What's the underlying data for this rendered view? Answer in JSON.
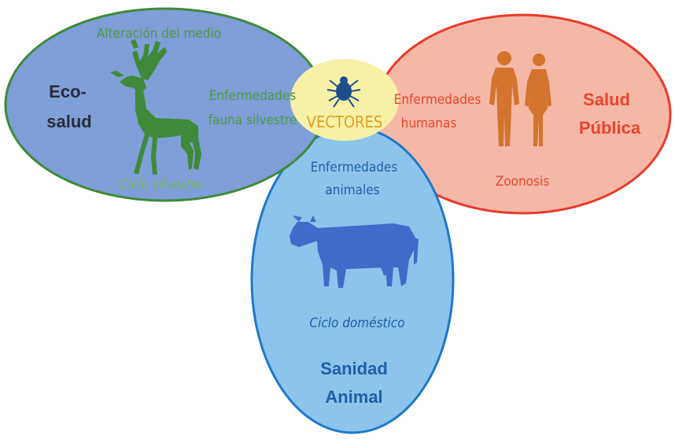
{
  "ecosalud": {
    "title_line1": "Eco-",
    "title_line2": "salud",
    "top_label": "Alteración del medio",
    "wildlife_line1": "Enfermedades",
    "wildlife_line2": "fauna silvestre",
    "cycle": "Ciclo silvestre",
    "animal_icon": "deer-icon",
    "fill": "#7e9fd8",
    "stroke": "#3f8a3a",
    "text_color": "#4f9a44"
  },
  "salud_publica": {
    "title_line1": "Salud",
    "title_line2": "Pública",
    "human_line1": "Enfermedades",
    "human_line2": "humanas",
    "zoonosis": "Zoonosis",
    "animal_icon": "human-figures-icon",
    "fill": "#f6b8a6",
    "stroke": "#e83a2c",
    "text_color": "#e8452e"
  },
  "sanidad_animal": {
    "title_line1": "Sanidad",
    "title_line2": "Animal",
    "animal_line1": "Enfermedades",
    "animal_line2": "animales",
    "cycle": "Ciclo doméstico",
    "animal_icon": "cow-icon",
    "fill": "#8cc4ec",
    "stroke": "#1e78c8",
    "text_color": "#1f5fa8"
  },
  "vectores": {
    "label": "VECTORES",
    "icon": "tick-icon",
    "fill": "#f7f1a8",
    "text_color": "#e0a020"
  }
}
